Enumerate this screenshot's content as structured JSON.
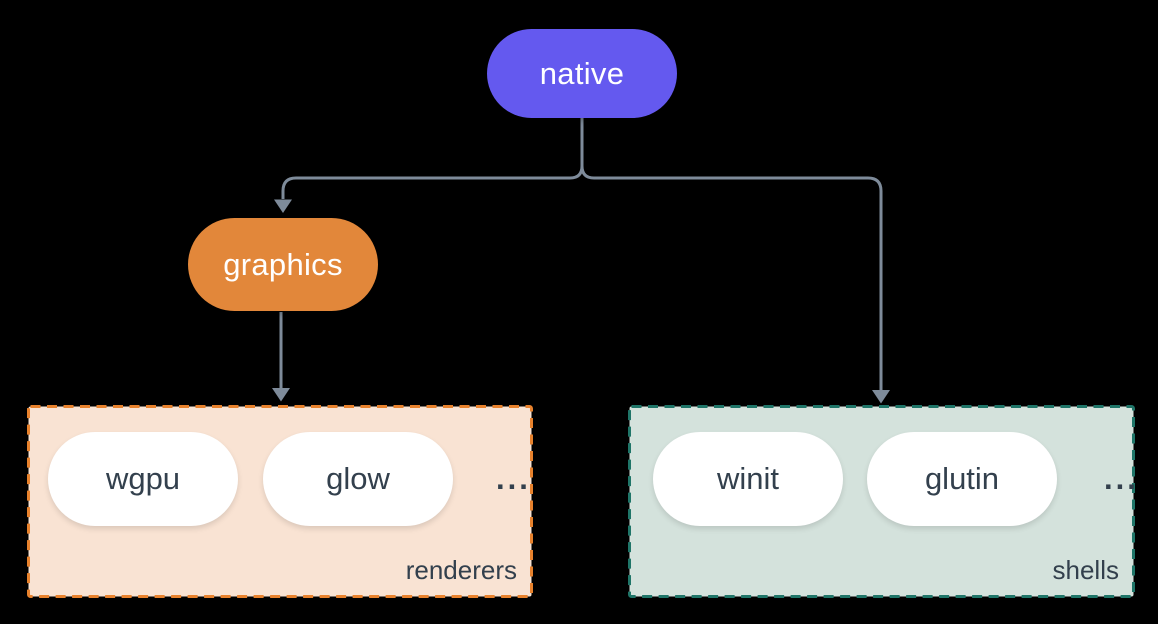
{
  "diagram": {
    "title_hint": "crate architecture diagram",
    "nodes": {
      "native": {
        "label": "native",
        "color": "#6459ef"
      },
      "graphics": {
        "label": "graphics",
        "color": "#e2873a"
      }
    },
    "groups": [
      {
        "label": "renderers",
        "items": [
          "wgpu",
          "glow"
        ],
        "ellipsis": "...",
        "background": "#f9e3d3",
        "border_color": "#e8822d"
      },
      {
        "label": "shells",
        "items": [
          "winit",
          "glutin"
        ],
        "ellipsis": "...",
        "background": "#d4e2dc",
        "border_color": "#1f7568"
      }
    ],
    "colors": {
      "connector": "#7e8b9a",
      "item_text": "#33404d",
      "node_text": "#ffffff",
      "page_background": "#000000",
      "pill_background": "#ffffff"
    }
  }
}
